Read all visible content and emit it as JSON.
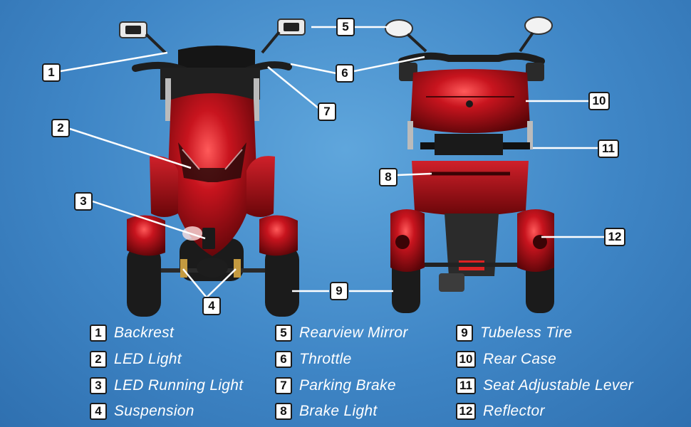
{
  "callouts": [
    "1",
    "2",
    "3",
    "4",
    "5",
    "6",
    "7",
    "8",
    "9",
    "10",
    "11",
    "12"
  ],
  "legend": [
    {
      "num": "1",
      "label": "Backrest"
    },
    {
      "num": "2",
      "label": "LED Light"
    },
    {
      "num": "3",
      "label": "LED Running Light"
    },
    {
      "num": "4",
      "label": "Suspension"
    },
    {
      "num": "5",
      "label": "Rearview Mirror"
    },
    {
      "num": "6",
      "label": "Throttle"
    },
    {
      "num": "7",
      "label": "Parking Brake"
    },
    {
      "num": "8",
      "label": "Brake Light"
    },
    {
      "num": "9",
      "label": "Tubeless Tire"
    },
    {
      "num": "10",
      "label": "Rear Case"
    },
    {
      "num": "11",
      "label": "Seat Adjustable Lever"
    },
    {
      "num": "12",
      "label": "Reflector"
    }
  ],
  "colors": {
    "body_red": "#b0101a",
    "tire": "#1b1b1b",
    "leader": "#ffffff",
    "background": "#4a90d0"
  }
}
